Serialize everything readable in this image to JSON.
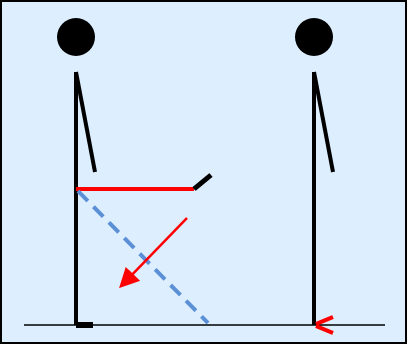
{
  "diagram": {
    "colors": {
      "background": "#ddeeff",
      "border": "#000000",
      "figure": "#000000",
      "ground": "#000000",
      "horizontal_bar": "#ff0000",
      "motion_arrow": "#ff0000",
      "dashed_diagonal": "#5b8fd6",
      "base_arrow": "#ff0000"
    },
    "elements": [
      "left-figure",
      "right-figure",
      "ground-line",
      "horizontal-bar",
      "dashed-diagonal",
      "motion-arrow",
      "base-arrow"
    ]
  }
}
